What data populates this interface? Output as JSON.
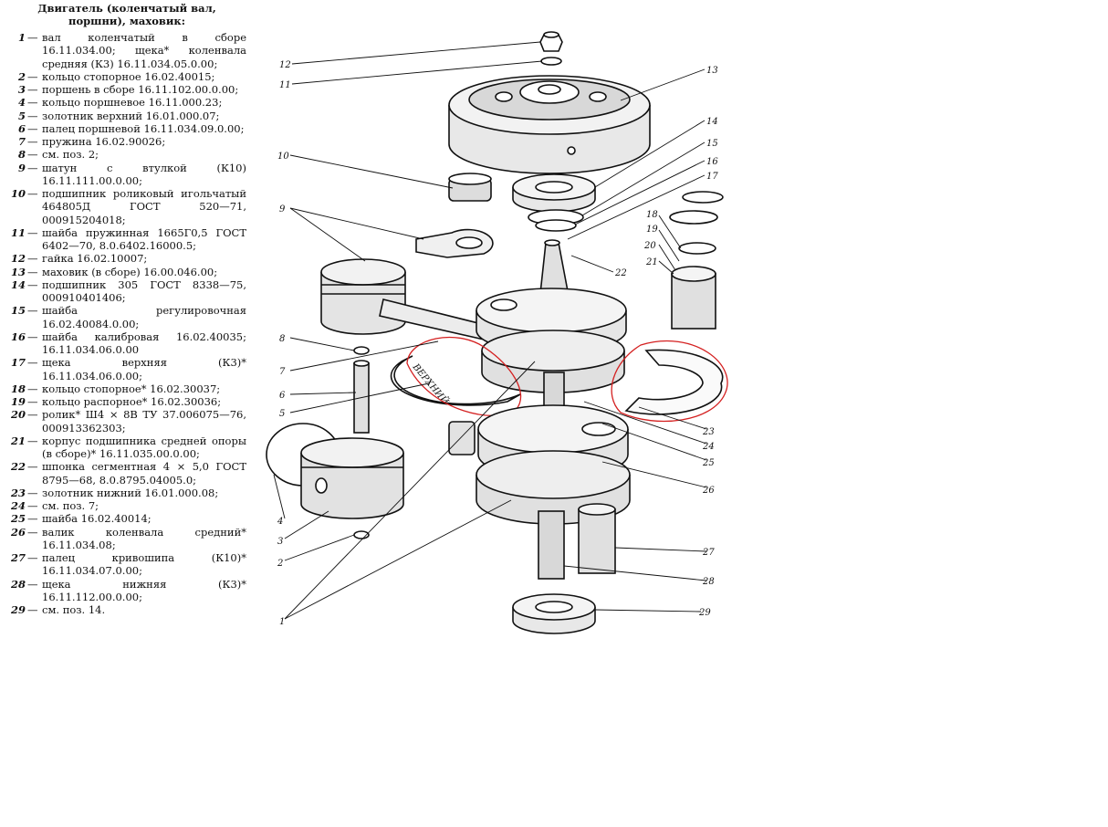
{
  "legend": {
    "title": "Двигатель (коленчатый вал, поршни), маховик:",
    "items": [
      {
        "num": "1",
        "text": "вал коленчатый в сборе 16.11.034.00; щека* коленвала средняя (К3) 16.11.034.05.0.00;"
      },
      {
        "num": "2",
        "text": "кольцо стопорное 16.02.40015;"
      },
      {
        "num": "3",
        "text": "поршень в сборе 16.11.102.00.0.00;"
      },
      {
        "num": "4",
        "text": "кольцо поршневое 16.11.000.23;"
      },
      {
        "num": "5",
        "text": "золотник верхний 16.01.000.07;"
      },
      {
        "num": "6",
        "text": "палец поршневой 16.11.034.09.0.00;"
      },
      {
        "num": "7",
        "text": "пружина 16.02.90026;"
      },
      {
        "num": "8",
        "text": "см. поз. 2;"
      },
      {
        "num": "9",
        "text": "шатун с втулкой (К10) 16.11.111.00.0.00;"
      },
      {
        "num": "10",
        "text": "подшипник роликовый игольчатый 464805Д ГОСТ 520—71, 000915204018;"
      },
      {
        "num": "11",
        "text": "шайба пружинная 1665Г0,5 ГОСТ 6402—70, 8.0.6402.16000.5;"
      },
      {
        "num": "12",
        "text": "гайка 16.02.10007;"
      },
      {
        "num": "13",
        "text": "маховик (в сборе) 16.00.046.00;"
      },
      {
        "num": "14",
        "text": "подшипник 305 ГОСТ 8338—75, 000910401406;"
      },
      {
        "num": "15",
        "text": "шайба регулировочная 16.02.40084.0.00;"
      },
      {
        "num": "16",
        "text": "шайба калибровая 16.02.40035; 16.11.034.06.0.00"
      },
      {
        "num": "17",
        "text": "щека верхняя (К3)* 16.11.034.06.0.00;"
      },
      {
        "num": "18",
        "text": "кольцо стопорное* 16.02.30037;"
      },
      {
        "num": "19",
        "text": "кольцо распорное* 16.02.30036;"
      },
      {
        "num": "20",
        "text": "ролик* Ш4 × 8В ТУ 37.006075—76, 000913362303;"
      },
      {
        "num": "21",
        "text": "корпус подшипника средней опоры (в сборе)* 16.11.035.00.0.00;"
      },
      {
        "num": "22",
        "text": "шпонка сегментная 4 × 5,0 ГОСТ 8795—68, 8.0.8795.04005.0;"
      },
      {
        "num": "23",
        "text": "золотник нижний 16.01.000.08;"
      },
      {
        "num": "24",
        "text": "см. поз. 7;"
      },
      {
        "num": "25",
        "text": "шайба 16.02.40014;"
      },
      {
        "num": "26",
        "text": "валик коленвала средний* 16.11.034.08;"
      },
      {
        "num": "27",
        "text": "палец кривошипа (К10)* 16.11.034.07.0.00;"
      },
      {
        "num": "28",
        "text": "щека нижняя (К3)* 16.11.112.00.0.00;"
      },
      {
        "num": "29",
        "text": "см. поз. 14."
      }
    ]
  },
  "diagram": {
    "valve_stamp": "ВЕРХНИЙ",
    "callouts": [
      "1",
      "2",
      "3",
      "4",
      "5",
      "6",
      "7",
      "8",
      "9",
      "10",
      "11",
      "12",
      "13",
      "14",
      "15",
      "16",
      "17",
      "18",
      "19",
      "20",
      "21",
      "22",
      "23",
      "24",
      "25",
      "26",
      "27",
      "28",
      "29"
    ],
    "highlight_color": "#d42020"
  }
}
